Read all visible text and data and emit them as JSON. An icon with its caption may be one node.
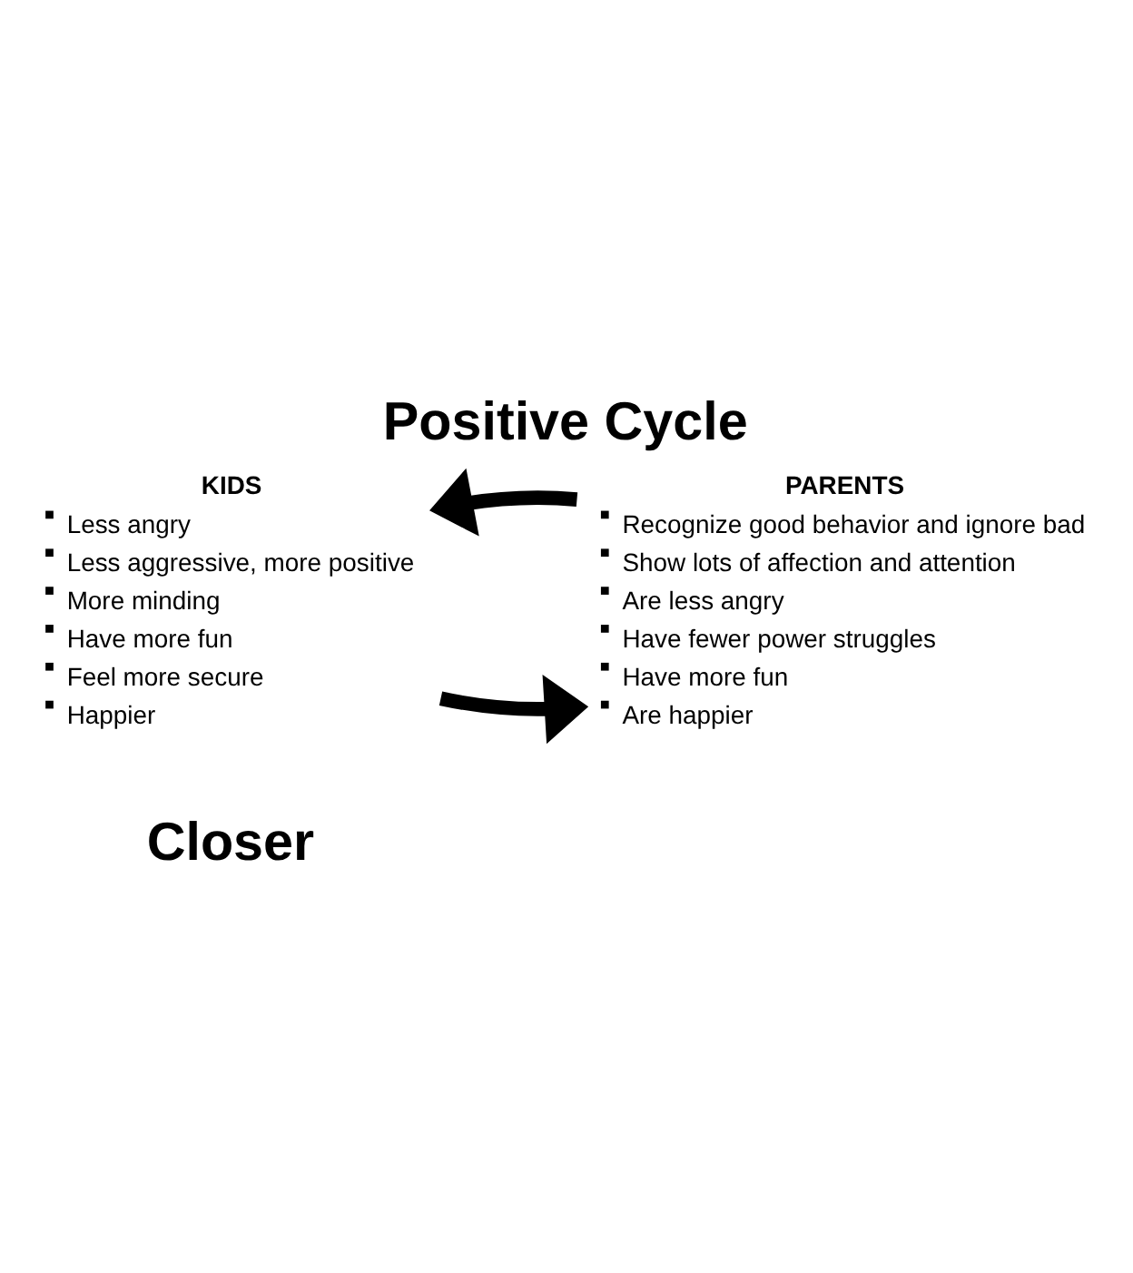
{
  "diagram": {
    "title": "Positive Cycle",
    "caption": "Closer",
    "nodes": [
      {
        "text": [
          "KIDS",
          "Less angry",
          "Less aggressive, more positive",
          "More minding",
          "Have more fun",
          "Feel more secure",
          "Happier"
        ]
      },
      {
        "text": [
          "PARENTS",
          "Recognize good behavior and ignore bad",
          "Show lots of affection and attention",
          "Are less angry",
          "Have fewer power struggles",
          "Have more fun",
          "Are happier"
        ]
      }
    ],
    "edges": [
      {
        "from": 0,
        "to": 1,
        "arrow": "to"
      },
      {
        "from": 1,
        "to": 0,
        "arrow": "to"
      }
    ]
  }
}
